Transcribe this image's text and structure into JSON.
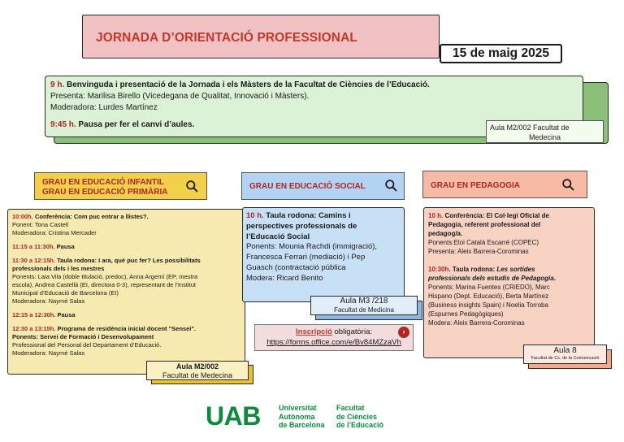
{
  "header": {
    "title": "JORNADA D’ORIENTACIÓ PROFESSIONAL",
    "date": "15 de maig 2025"
  },
  "welcome": {
    "time1": "9 h.",
    "line1": "Benvinguda i presentació de la Jornada i els Màsters de la Facultat de Ciències de l’Educació.",
    "line2": "Presenta: Marilisa Birello (Vicedegana de Qualitat, Innovació i Màsters).",
    "line3": "Moderadora: Lurdes Martínez",
    "time2": "9:45 h.",
    "line4": "Pausa per fer el canvi d’aules.",
    "aula_line1": "Aula M2/002 Facultat de",
    "aula_line2": "Medecina"
  },
  "columns": {
    "infantil": {
      "title_line1": "GRAU EN EDUCACIÓ INFANTIL",
      "title_line2": "GRAU EN EDUCACIÓ PRIMÀRIA",
      "s1_time": "10:00h.",
      "s1_title": "Conferència: Com puc entrar a llistes?.",
      "s1_l1": "Ponent: Tona Castell",
      "s1_l2": "Moderadora: Cristina Mercader",
      "p1_time": "11:15 a 11:30h.",
      "p1_label": "Pausa",
      "s2_time": "11:30 a 12:15h.",
      "s2_title_a": "Taula rodona: I ara, què puc fer? Les possibilitats",
      "s2_title_b": "professionals dels i les mestres",
      "s2_l1": "Ponents: Laia Vila (doble titulació, predoc), Anna Argemí (EP, mestra",
      "s2_l2": "escola), Andrea Castellà (EI, directora 0-3), representant de l’Institut",
      "s2_l3": "Municipal d’Educació de Barcelona (EI)",
      "s2_l4": "Moderadora: Naymé Salas",
      "p2_time": "12:15 a 12:30h.",
      "p2_label": "Pausa",
      "s3_time": "12:30 a 13:15h.",
      "s3_title": "Programa de residència inicial docent \"Sensei\".",
      "s3_l1": "Ponents: Servei de Formació i Desenvolupament",
      "s3_l2": "Professional del Personal del Departament d’Educació.",
      "s3_l3": "Moderadora: Naymé Salas",
      "aula_line1": "Aula M2/002",
      "aula_line2": "Facultat de Medecina"
    },
    "social": {
      "title": "GRAU EN EDUCACIÓ SOCIAL",
      "time": "10 h.",
      "l1": "Taula rodona: Camins i",
      "l2": "perspectives professionals de",
      "l3": "l’Educació Social",
      "l4": "Ponents: Mounia Rachdi (immigració),",
      "l5": "Francesca Ferrari (mediació) i Pep",
      "l6": "Guasch (contractació pública",
      "l7": "Modera: Ricard Benito",
      "aula_line1": "Aula M3 /218",
      "aula_line2": "Facultat de Medicina"
    },
    "pedagogia": {
      "title": "GRAU EN PEDAGOGIA",
      "s1_time": "10 h.",
      "s1_l1": "Conferència: El Col·legi Oficial de",
      "s1_l2": "Pedagogia, referent professional del",
      "s1_l3": "pedagog/a.",
      "s1_l4": "Ponents:Eloi Català Escarré (COPEC)",
      "s1_l5": "Presenta: Aleix Barrera-Corominas",
      "s2_time": "10:30h.",
      "s2_l1a": "Taula rodona:",
      "s2_l1b": "Les sortides",
      "s2_l2": "professionals dels estudis de Pedagogia.",
      "s2_l3": "Ponents: Marina Fuentes (CRiEDO), Marc",
      "s2_l4": "Hispano (Dept. Educació), Berta Martínez",
      "s2_l5": "(Business insights Spain) i Noelia Torroba",
      "s2_l6": "(Espurnes Pedagògiques)",
      "s2_l7": "Modera: Aleix Barrera-Corominas",
      "aula_line1": "Aula 8",
      "aula_line2": "Facultat de Cc. de la Comunicació"
    }
  },
  "registration": {
    "label": "Inscripció",
    "suffix": " obligatòria:",
    "url": "https://forms.office.com/e/Bv84MZzaVh",
    "arrow": "›"
  },
  "logo": {
    "uab": "UAB",
    "uni1": "Universitat",
    "uni2": "Autònoma",
    "uni3": "de Barcelona",
    "fac1": "Facultat",
    "fac2": "de Ciències",
    "fac3": "de l’Educació"
  },
  "icons": {
    "search": "search-icon"
  },
  "colors": {
    "title_bg": "#f2c1c3",
    "accent_red": "#a9262a",
    "welcome_bg": "#dcf2d6",
    "infantil_bg": "#f7eab0",
    "social_bg": "#c8e0f6",
    "pedagogia_bg": "#f8d3c3",
    "uab_green": "#0e8a3e"
  }
}
